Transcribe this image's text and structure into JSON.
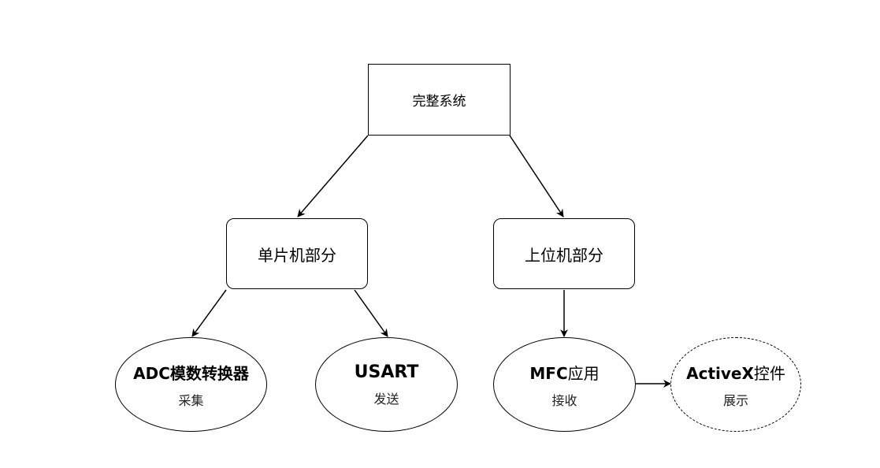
{
  "nodes": {
    "root": {
      "label": "完整系统"
    },
    "mcu": {
      "label": "单片机部分"
    },
    "host": {
      "label": "上位机部分"
    },
    "adc": {
      "label": "ADC模数转换器",
      "sub": "采集"
    },
    "usart": {
      "label": "USART",
      "sub": "发送"
    },
    "mfc": {
      "label_bold": "MFC",
      "label_rest": "应用",
      "sub": "接收"
    },
    "activex": {
      "label_bold": "ActiveX",
      "label_rest": "控件",
      "sub": "展示"
    }
  }
}
